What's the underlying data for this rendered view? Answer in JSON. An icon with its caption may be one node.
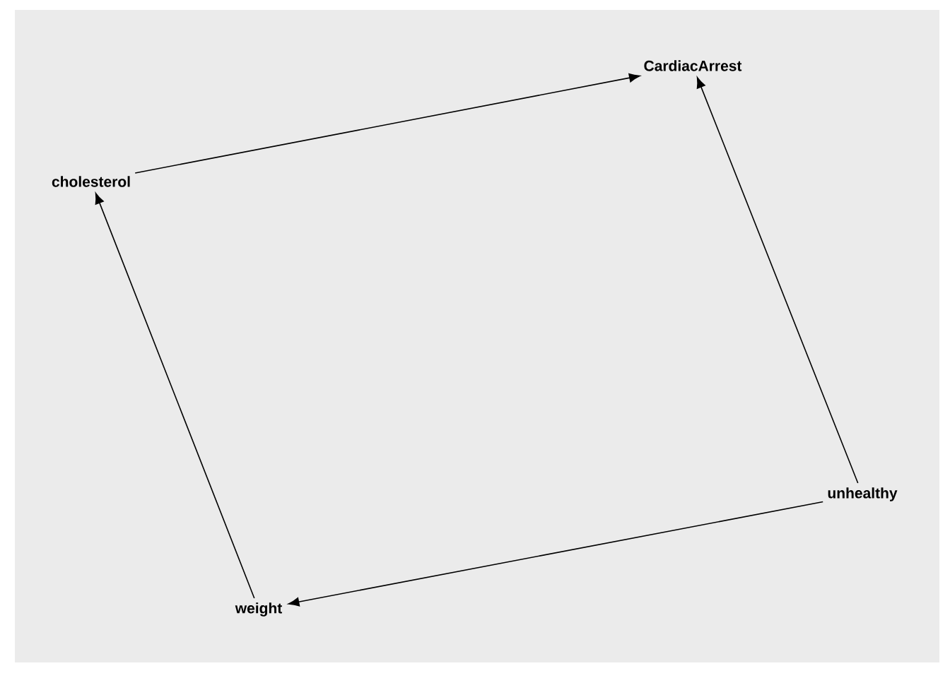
{
  "diagram": {
    "nodes": [
      {
        "text": [
          "CardiacArrest"
        ]
      },
      {
        "text": [
          "cholesterol"
        ]
      },
      {
        "text": [
          "unhealthy"
        ]
      },
      {
        "text": [
          "weight"
        ]
      }
    ],
    "edges": [
      {
        "from": 1,
        "to": 0,
        "arrow": "to"
      },
      {
        "from": 2,
        "to": 0,
        "arrow": "to"
      },
      {
        "from": 3,
        "to": 1,
        "arrow": "to"
      },
      {
        "from": 2,
        "to": 3,
        "arrow": "to"
      }
    ]
  }
}
